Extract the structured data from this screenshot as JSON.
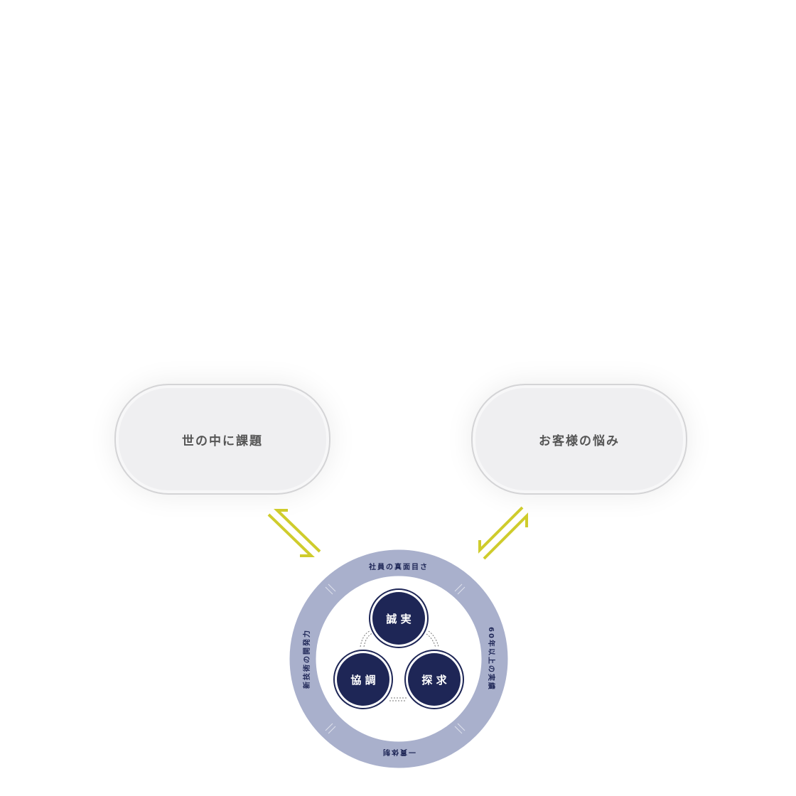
{
  "top_boxes": [
    {
      "label": "世の中に課題"
    },
    {
      "label": "お客様の悩み"
    }
  ],
  "ring": {
    "top": "社員の真面目さ",
    "right": "60年以上の実績",
    "bottom": "一貫体制",
    "left": "新技術の開発力"
  },
  "core": [
    {
      "label": "誠 実"
    },
    {
      "label": "探 求"
    },
    {
      "label": "協 調"
    }
  ],
  "colors": {
    "ring": "#a9b0cc",
    "core": "#1e2656",
    "arrow": "#cfcc2c",
    "pill_text": "#555555"
  }
}
